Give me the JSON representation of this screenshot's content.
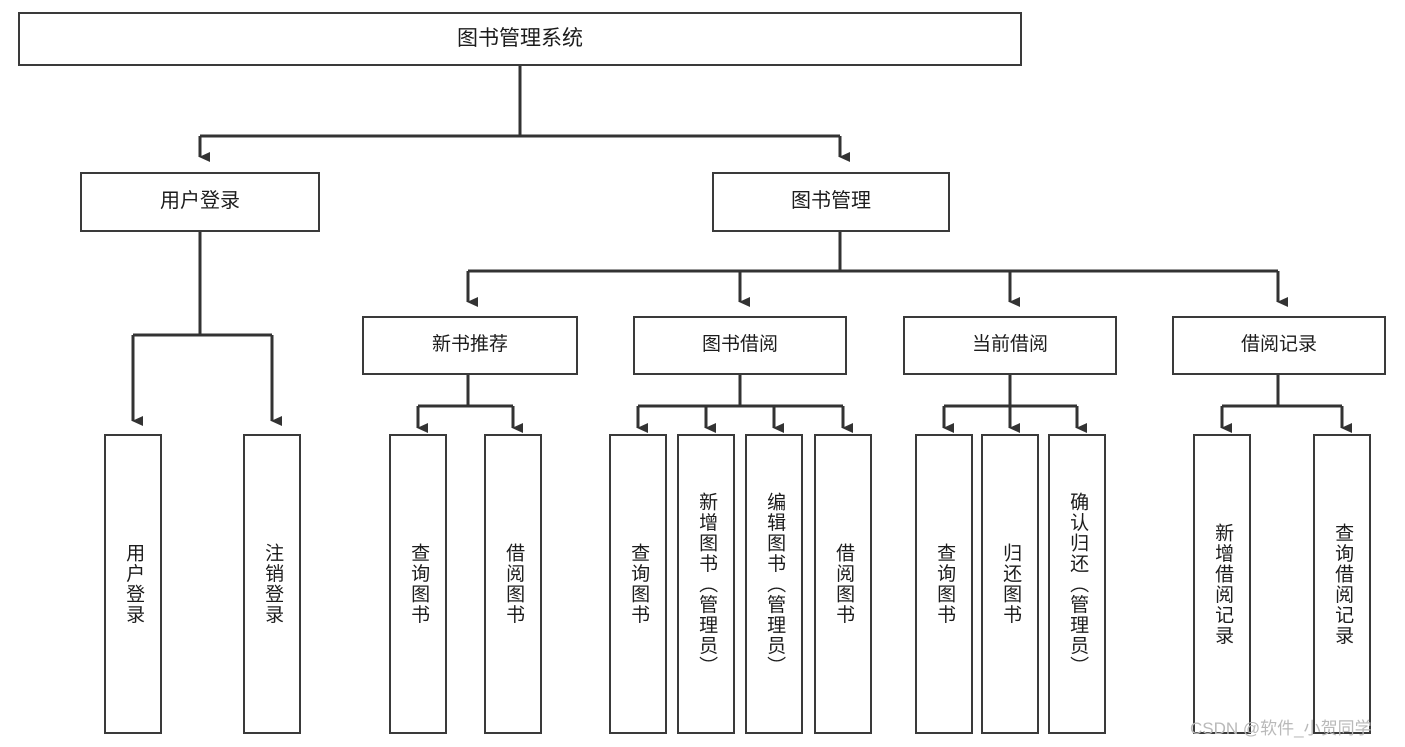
{
  "diagram": {
    "type": "tree-hierarchy",
    "title": "图书管理系统",
    "watermark": "CSDN @软件_小贺同学",
    "colors": {
      "background": "#ffffff",
      "border": "#3a3a3a",
      "text": "#1c1c1c",
      "connector": "#333333",
      "watermark": "#b9b9b9"
    },
    "root": {
      "label": "图书管理系统"
    },
    "level2": [
      {
        "label": "用户登录"
      },
      {
        "label": "图书管理"
      }
    ],
    "level3": [
      {
        "label": "新书推荐"
      },
      {
        "label": "图书借阅"
      },
      {
        "label": "当前借阅"
      },
      {
        "label": "借阅记录"
      }
    ],
    "leaves": {
      "user_login": [
        {
          "label": "用户登录"
        },
        {
          "label": "注销登录"
        }
      ],
      "new_book_recommend": [
        {
          "label": "查询图书"
        },
        {
          "label": "借阅图书"
        }
      ],
      "book_borrow": [
        {
          "label": "查询图书"
        },
        {
          "label": "新增图书（管理员）"
        },
        {
          "label": "编辑图书（管理员）"
        },
        {
          "label": "借阅图书"
        }
      ],
      "current_borrow": [
        {
          "label": "查询图书"
        },
        {
          "label": "归还图书"
        },
        {
          "label": "确认归还（管理员）"
        }
      ],
      "borrow_record": [
        {
          "label": "新增借阅记录"
        },
        {
          "label": "查询借阅记录"
        }
      ]
    }
  }
}
